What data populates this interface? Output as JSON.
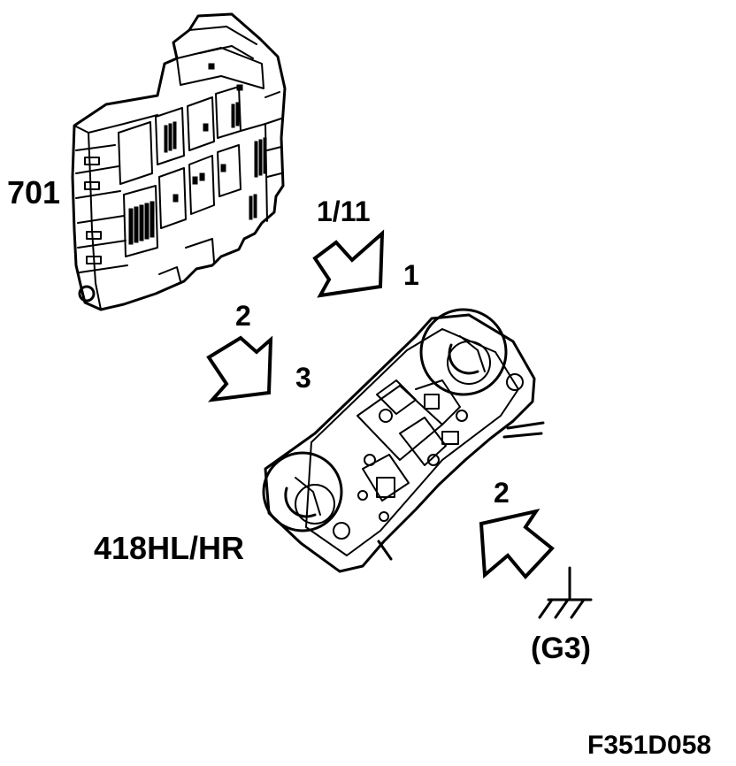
{
  "labels": {
    "module_701": "701",
    "connector_1_11": "1/11",
    "pin_1": "1",
    "conn_2_upper": "2",
    "pin_3": "3",
    "conn_2_lower": "2",
    "lamp_418": "418HL/HR",
    "ground_g3": "(G3)",
    "figure_code": "F351D058"
  },
  "icons": {
    "fuse_box": "central-electronic-module-701",
    "lamp_holder": "rear-lamp-bulb-holder-418",
    "arrows": "connector-arrow",
    "ground": "ground-symbol"
  }
}
